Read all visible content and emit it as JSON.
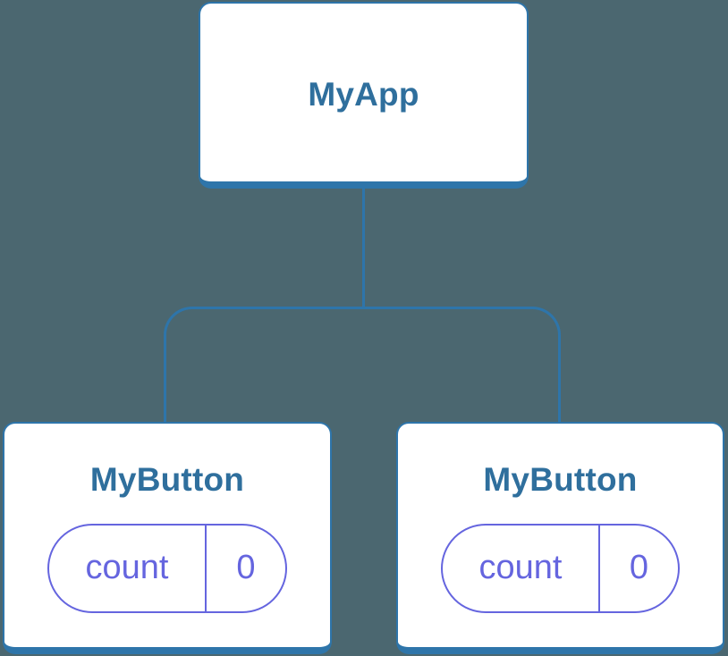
{
  "diagram": {
    "background": "#4b6770",
    "colors": {
      "node_border": "#2e75aa",
      "node_text": "#2f6f9d",
      "node_bg": "#ffffff",
      "state_accent": "#6565df"
    },
    "root": {
      "label": "MyApp"
    },
    "children": [
      {
        "label": "MyButton",
        "state": {
          "key": "count",
          "value": "0"
        }
      },
      {
        "label": "MyButton",
        "state": {
          "key": "count",
          "value": "0"
        }
      }
    ]
  }
}
